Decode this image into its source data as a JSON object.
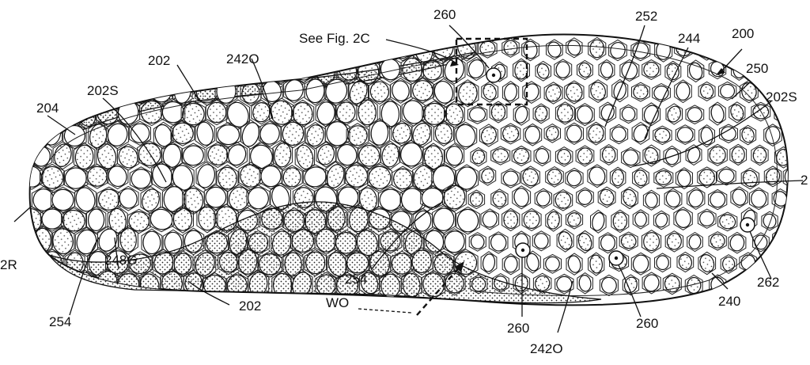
{
  "figure": {
    "labels": {
      "see_fig": "See Fig. 2C",
      "ref_260_top": "260",
      "ref_252": "252",
      "ref_244": "244",
      "ref_200": "200",
      "ref_250": "250",
      "ref_202S_right": "202S",
      "ref_24_right": "2",
      "ref_262": "262",
      "ref_240": "240",
      "ref_260_bottom_right": "260",
      "ref_242O_bottom": "242O",
      "ref_260_bottom_left": "260",
      "ref_wo": "WO",
      "ref_254_mid": "254",
      "ref_202_bottom": "202",
      "ref_254_left": "254",
      "ref_248G": "248G",
      "ref_2R": "2R",
      "ref_204": "204",
      "ref_202S_left": "202S",
      "ref_202_top": "202",
      "ref_242O_top": "242O"
    }
  }
}
